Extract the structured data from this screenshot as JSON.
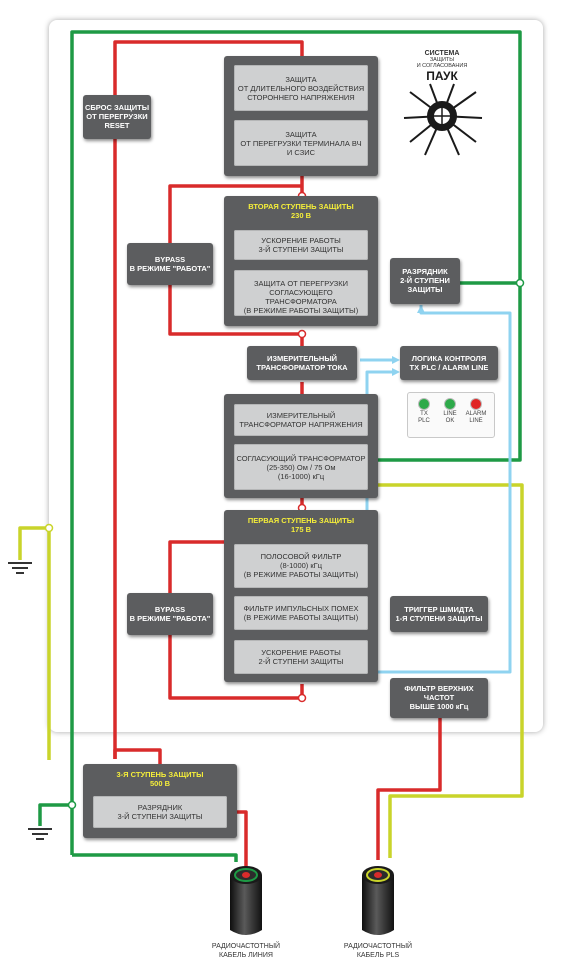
{
  "logo": {
    "line1": "СИСТЕМА",
    "line2": "ЗАЩИТЫ",
    "line3": "И СОГЛАСОВАНИЯ",
    "name": "ПАУК"
  },
  "boxes": {
    "reset": "СБРОС ЗАЩИТЫ\nОТ ПЕРЕГРУЗКИ\nRESET",
    "protect_voltage": "ЗАЩИТА\nОТ ДЛИТЕЛЬНОГО ВОЗДЕЙСТВИЯ\nСТОРОННЕГО НАПРЯЖЕНИЯ",
    "protect_overload": "ЗАЩИТА\nОТ ПЕРЕГРУЗКИ ТЕРМИНАЛА ВЧ\nИ СЗИС",
    "stage2_title": "ВТОРАЯ СТУПЕНЬ ЗАЩИТЫ\n230 В",
    "accel3": "УСКОРЕНИЕ РАБОТЫ\n3-Й СТУПЕНИ ЗАЩИТЫ",
    "overload_trans": "ЗАЩИТА ОТ ПЕРЕГРУЗКИ\nСОГЛАСУЮЩЕГО ТРАНСФОРМАТОРА\n(В РЕЖИМЕ РАБОТЫ ЗАЩИТЫ)",
    "bypass1": "BYPASS\nВ РЕЖИМЕ \"РАБОТА\"",
    "arrester2": "РАЗРЯДНИК\n2-Й СТУПЕНИ\nЗАЩИТЫ",
    "current_trans": "ИЗМЕРИТЕЛЬНЫЙ\nТРАНСФОРМАТОР ТОКА",
    "logic": "ЛОГИКА КОНТРОЛЯ\nTX PLC / ALARM LINE",
    "voltage_trans": "ИЗМЕРИТЕЛЬНЫЙ\nТРАНСФОРМАТОР НАПРЯЖЕНИЯ",
    "matching_trans": "СОГЛАСУЮЩИЙ ТРАНСФОРМАТОР\n(25-350) Ом / 75 Ом\n(16-1000) кГц",
    "stage1_title": "ПЕРВАЯ СТУПЕНЬ ЗАЩИТЫ\n175 В",
    "bandpass": "ПОЛОСОВОЙ ФИЛЬТР\n(8-1000) кГц\n(В РЕЖИМЕ РАБОТЫ ЗАЩИТЫ)",
    "impulse": "ФИЛЬТР ИМПУЛЬСНЫХ ПОМЕХ\n(В РЕЖИМЕ РАБОТЫ ЗАЩИТЫ)",
    "accel2": "УСКОРЕНИЕ РАБОТЫ\n2-Й СТУПЕНИ ЗАЩИТЫ",
    "bypass2": "BYPASS\nВ РЕЖИМЕ \"РАБОТА\"",
    "schmitt": "ТРИГГЕР ШМИДТА\n1-Я СТУПЕНИ ЗАЩИТЫ",
    "hpf": "ФИЛЬТР ВЕРХНИХ\nЧАСТОТ\nВЫШЕ 1000 кГц",
    "stage3_title": "3-Я СТУПЕНЬ ЗАЩИТЫ\n500 В",
    "arrester3": "РАЗРЯДНИК\n3-Й СТУПЕНИ ЗАЩИТЫ"
  },
  "leds": [
    {
      "label": "TX\nPLC",
      "color": "#2eaa4a"
    },
    {
      "label": "LINE\nOK",
      "color": "#2eaa4a"
    },
    {
      "label": "ALARM\nLINE",
      "color": "#e02424"
    }
  ],
  "cables": {
    "left": "РАДИОЧАСТОТНЫЙ\nКАБЕЛЬ ЛИНИЯ",
    "right": "РАДИОЧАСТОТНЫЙ\nКАБЕЛЬ PLS"
  },
  "colors": {
    "red": "#d92b2b",
    "green": "#1e9a45",
    "yellow": "#c9d42a",
    "blue": "#8fd3f0",
    "box": "#5c5d5f",
    "inner": "#cfd0d1",
    "title_yellow": "#f5ee3a"
  }
}
